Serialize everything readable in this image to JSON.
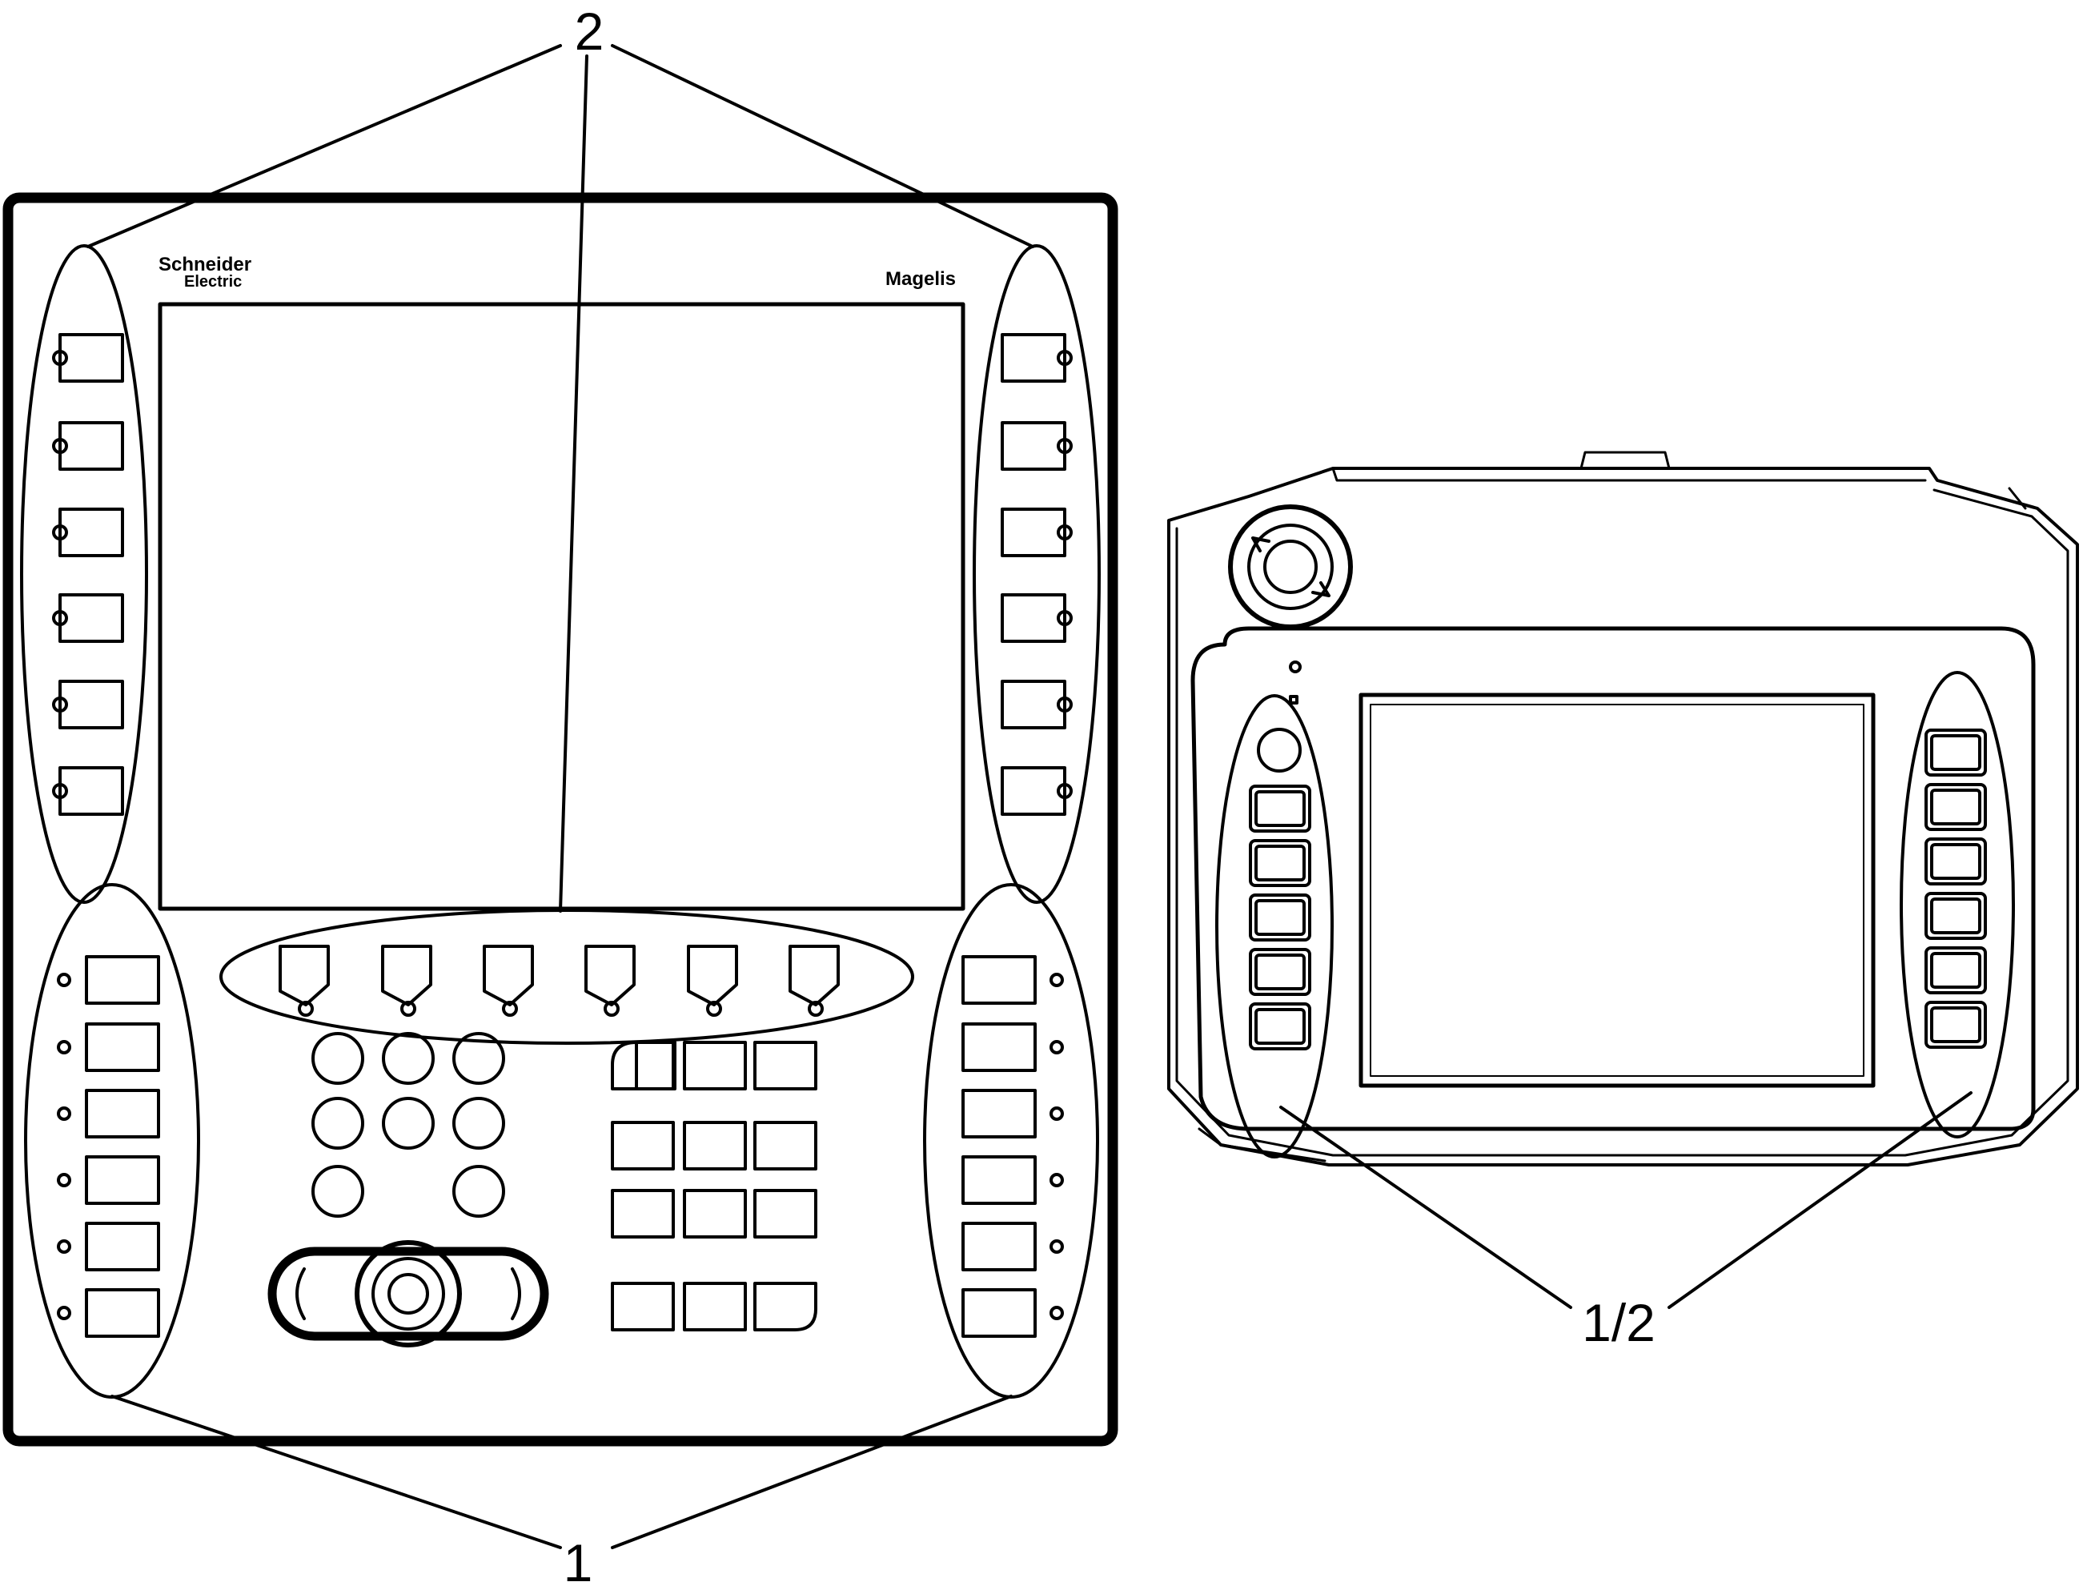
{
  "labels": {
    "callout_top": "2",
    "callout_bottom": "1",
    "callout_right": "1/2"
  },
  "left_device": {
    "brand_line1": "Schneider",
    "brand_line2": "Electric",
    "model": "Magelis"
  },
  "colors": {
    "line": "#000000",
    "background": "#ffffff"
  }
}
